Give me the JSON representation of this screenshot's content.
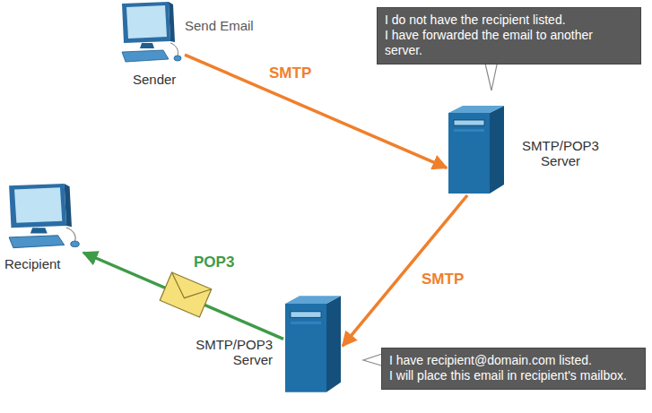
{
  "diagram": {
    "nodes": [
      {
        "text": [
          "Send Email",
          "Sender"
        ]
      },
      {
        "text": [
          "I do not have the recipient listed.",
          "I have forwarded the email to another server."
        ]
      },
      {
        "text": [
          "SMTP/POP3 Server"
        ]
      },
      {
        "text": [
          "Recipient"
        ]
      },
      {
        "text": [
          "SMTP/POP3 Server"
        ]
      },
      {
        "text": [
          "I have recipient@domain.com listed.",
          "I will place this email in recipient's mailbox."
        ]
      }
    ],
    "edges": [
      {
        "from": 0,
        "to": 2,
        "label": "SMTP",
        "arrow": "to"
      },
      {
        "from": 2,
        "to": 4,
        "label": "SMTP",
        "arrow": "to"
      },
      {
        "from": 4,
        "to": 3,
        "label": "POP3",
        "arrow": "to"
      }
    ]
  }
}
